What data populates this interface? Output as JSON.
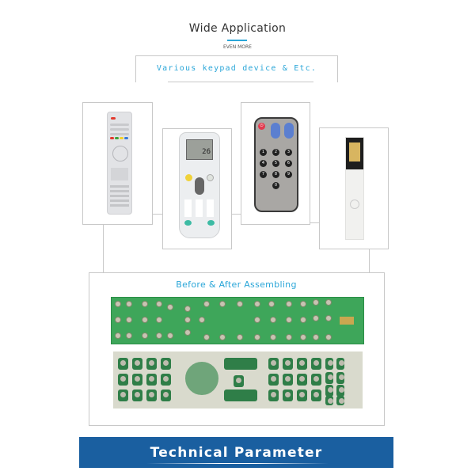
{
  "header": {
    "title": "Wide Application",
    "subtitle": "EVEN MORE",
    "tagline": "Various keypad device & Etc.",
    "accent_color": "#2aa6d8"
  },
  "devices": [
    {
      "name": "TV remote control",
      "icon": "tv-remote-image"
    },
    {
      "name": "Air conditioner remote control",
      "icon": "ac-remote-image",
      "display_value": "26"
    },
    {
      "name": "Mini numeric remote control",
      "icon": "mini-remote-image",
      "keys": [
        "1",
        "2",
        "3",
        "4",
        "5",
        "6",
        "7",
        "8",
        "9",
        "0"
      ]
    },
    {
      "name": "Slim LCD remote control",
      "icon": "slim-remote-image"
    }
  ],
  "assembly": {
    "label": "Before & After Assembling",
    "before_image": "pcb-board-image",
    "after_image": "keypad-on-pcb-image"
  },
  "banner": {
    "title": "Technical Parameter",
    "background_color": "#1a5fa0"
  }
}
